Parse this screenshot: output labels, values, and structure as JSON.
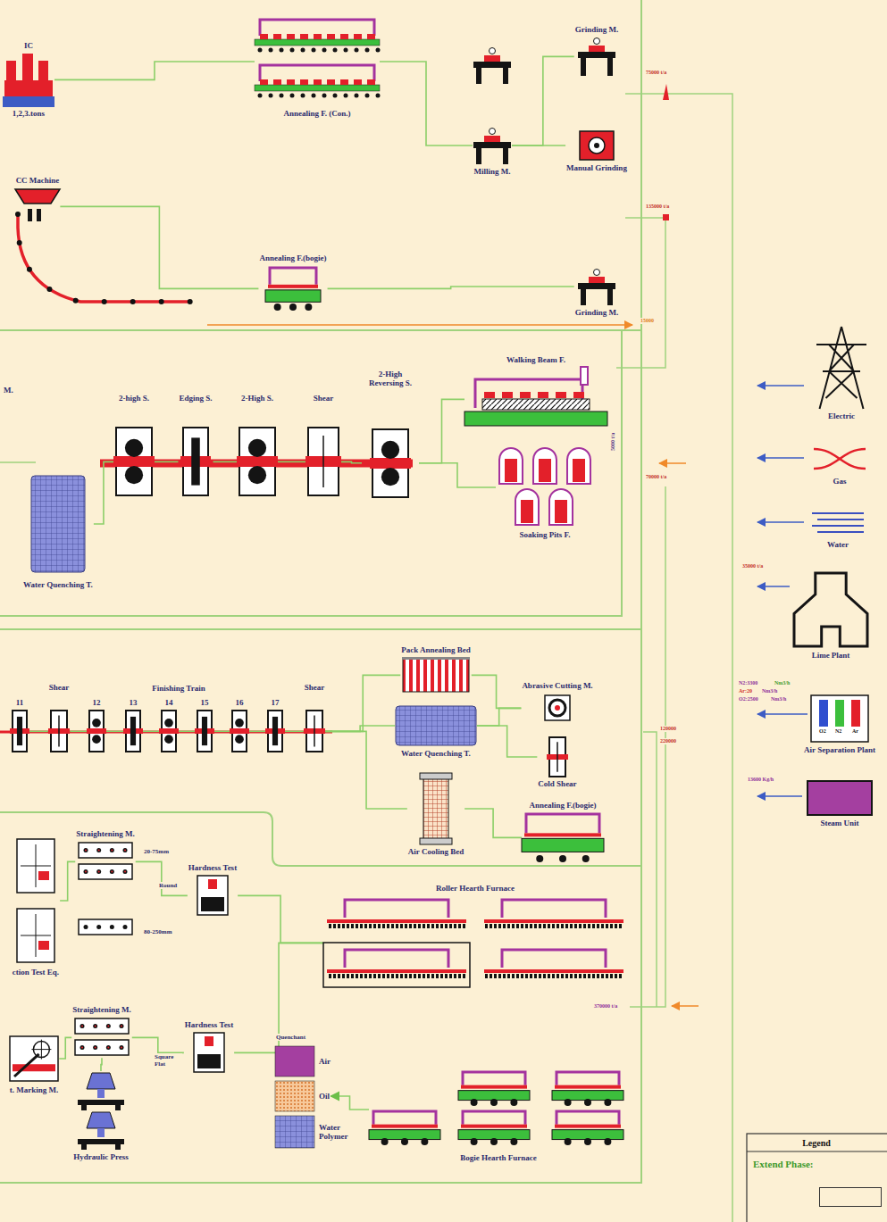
{
  "diagram": {
    "nodes": [
      {
        "text": [
          "IC",
          "1,2,3.tons"
        ]
      },
      {
        "text": [
          "Annealing F. (Con.)"
        ]
      },
      {
        "text": [
          "Milling M."
        ]
      },
      {
        "text": [
          "Grinding M."
        ]
      },
      {
        "text": [
          "Manual Grinding"
        ]
      },
      {
        "text": [
          "CC Machine"
        ]
      },
      {
        "text": [
          "Annealing F.(bogie)"
        ]
      },
      {
        "text": [
          "Grinding M."
        ]
      },
      {
        "text": [
          "Walking Beam F."
        ]
      },
      {
        "text": [
          "2-high S."
        ]
      },
      {
        "text": [
          "Edging S."
        ]
      },
      {
        "text": [
          "2-High S."
        ]
      },
      {
        "text": [
          "Shear"
        ]
      },
      {
        "text": [
          "2-High Reversing S."
        ]
      },
      {
        "text": [
          "Soaking Pits F."
        ]
      },
      {
        "text": [
          "Water Quenching T."
        ]
      },
      {
        "text": [
          "11"
        ]
      },
      {
        "text": [
          "Shear"
        ]
      },
      {
        "text": [
          "12"
        ]
      },
      {
        "text": [
          "13"
        ]
      },
      {
        "text": [
          "14"
        ]
      },
      {
        "text": [
          "15"
        ]
      },
      {
        "text": [
          "16"
        ]
      },
      {
        "text": [
          "17"
        ]
      },
      {
        "text": [
          "Shear"
        ]
      },
      {
        "text": [
          "Pack Annealing Bed"
        ]
      },
      {
        "text": [
          "Water Quenching T."
        ]
      },
      {
        "text": [
          "Air Cooling Bed"
        ]
      },
      {
        "text": [
          "Abrasive Cutting M."
        ]
      },
      {
        "text": [
          "Cold Shear"
        ]
      },
      {
        "text": [
          "Annealing F.(bogie)"
        ]
      },
      {
        "text": [
          "Straightening M."
        ]
      },
      {
        "text": [
          "Hardness Test"
        ]
      },
      {
        "text": [
          "ction Test Eq."
        ]
      },
      {
        "text": [
          "Roller Hearth Furnace"
        ]
      },
      {
        "text": [
          "Straightening M."
        ]
      },
      {
        "text": [
          "Hardness Test"
        ]
      },
      {
        "text": [
          "t. Marking M."
        ]
      },
      {
        "text": [
          "Hydraulic Press"
        ]
      },
      {
        "text": [
          "Air"
        ]
      },
      {
        "text": [
          "Oil"
        ]
      },
      {
        "text": [
          "Water Polymer"
        ]
      },
      {
        "text": [
          "Bogie Hearth Furnace"
        ]
      },
      {
        "text": [
          "Electric"
        ]
      },
      {
        "text": [
          "Gas"
        ]
      },
      {
        "text": [
          "Water"
        ]
      },
      {
        "text": [
          "Lime Plant"
        ]
      },
      {
        "text": [
          "Air Separation Plant"
        ]
      },
      {
        "text": [
          "Steam Unit"
        ]
      }
    ],
    "edges": [
      {
        "from": 0,
        "to": 1,
        "arrow": "none"
      },
      {
        "from": 1,
        "to": 2,
        "arrow": "none"
      },
      {
        "from": 2,
        "to": 3,
        "arrow": "none"
      },
      {
        "from": 2,
        "to": 4,
        "arrow": "none"
      },
      {
        "from": 5,
        "to": 6,
        "arrow": "none"
      },
      {
        "from": 6,
        "to": 7,
        "arrow": "none"
      },
      {
        "from": 8,
        "to": 13,
        "arrow": "none"
      },
      {
        "from": 14,
        "to": 13,
        "arrow": "none"
      },
      {
        "from": 13,
        "to": 12,
        "arrow": "none"
      },
      {
        "from": 12,
        "to": 11,
        "arrow": "none"
      },
      {
        "from": 11,
        "to": 10,
        "arrow": "none"
      },
      {
        "from": 10,
        "to": 9,
        "arrow": "none"
      },
      {
        "from": 9,
        "to": 15,
        "arrow": "none"
      },
      {
        "from": 16,
        "to": 17,
        "arrow": "none"
      },
      {
        "from": 17,
        "to": 18,
        "arrow": "none"
      },
      {
        "from": 18,
        "to": 19,
        "arrow": "none"
      },
      {
        "from": 19,
        "to": 20,
        "arrow": "none"
      },
      {
        "from": 20,
        "to": 21,
        "arrow": "none"
      },
      {
        "from": 21,
        "to": 22,
        "arrow": "none"
      },
      {
        "from": 22,
        "to": 23,
        "arrow": "none"
      },
      {
        "from": 23,
        "to": 24,
        "arrow": "none"
      },
      {
        "from": 24,
        "to": 25,
        "arrow": "none"
      },
      {
        "from": 24,
        "to": 26,
        "arrow": "none"
      },
      {
        "from": 24,
        "to": 27,
        "arrow": "none"
      },
      {
        "from": 25,
        "to": 28,
        "arrow": "none"
      },
      {
        "from": 26,
        "to": 28,
        "arrow": "none"
      },
      {
        "from": 26,
        "to": 29,
        "arrow": "none"
      },
      {
        "from": 27,
        "to": 30,
        "arrow": "none"
      },
      {
        "from": 34,
        "to": 32,
        "arrow": "none"
      },
      {
        "from": 34,
        "to": 36,
        "arrow": "none"
      },
      {
        "from": 32,
        "to": 31,
        "arrow": "none"
      },
      {
        "from": 31,
        "to": 33,
        "arrow": "none"
      },
      {
        "from": 36,
        "to": 35,
        "arrow": "none"
      },
      {
        "from": 35,
        "to": 37,
        "arrow": "none"
      },
      {
        "from": 35,
        "to": 38,
        "arrow": "none"
      },
      {
        "from": 42,
        "to": 40,
        "arrow": "to"
      }
    ],
    "labels": [
      "75000 t/a",
      "135000 t/a",
      "15000",
      "M.",
      "5000 t/a",
      "70000 t/a",
      "Finishing Train",
      "120000",
      "220000",
      "20-75mm",
      "Round",
      "80-250mm",
      "Square Flat",
      "Quenchant",
      "370000 t/a",
      "35000 t/a",
      "N2:3300",
      "Nm3/h",
      "Ar:20",
      "Nm3/h",
      "O2:2500",
      "Nm3/h",
      "O2",
      "N2",
      "Ar",
      "13600 Kg/h",
      "Legend"
    ],
    "legend": [
      {
        "text": "Extend Phase:"
      }
    ]
  }
}
